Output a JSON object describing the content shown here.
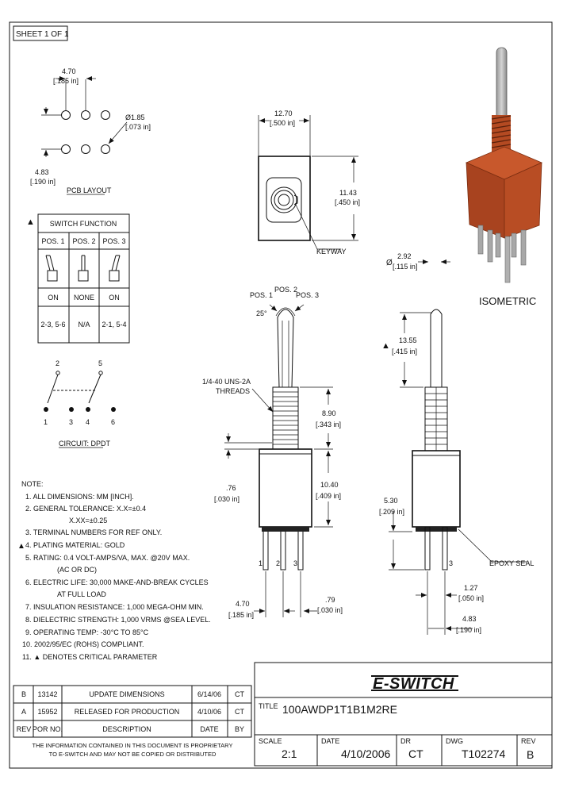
{
  "sheet": "SHEET 1 OF 1",
  "pcb": {
    "pitch_mm": "4.70",
    "pitch_in": "[.185 in]",
    "hole_mm": "Ø1.85",
    "hole_in": "[.073 in]",
    "row_mm": "4.83",
    "row_in": "[.190 in]",
    "caption": "PCB LAYOUT"
  },
  "switch_function": {
    "marker": "▲",
    "title": "SWITCH FUNCTION",
    "headers": [
      "POS. 1",
      "POS. 2",
      "POS. 3"
    ],
    "states": [
      "ON",
      "NONE",
      "ON"
    ],
    "connections": [
      "2-3, 5-6",
      "N/A",
      "2-1, 5-4"
    ]
  },
  "circuit": {
    "top_pins": [
      "2",
      "5"
    ],
    "bottom_pins": [
      "1",
      "3",
      "4",
      "6"
    ],
    "caption": "CIRCUIT: DPDT"
  },
  "top_view": {
    "width_mm": "12.70",
    "width_in": "[.500 in]",
    "height_mm": "11.43",
    "height_in": "[.450 in]",
    "keyway": "KEYWAY"
  },
  "iso": {
    "dia_prefix": "Ø",
    "dia_mm": "2.92",
    "dia_in": "[.115 in]",
    "label": "ISOMETRIC"
  },
  "front_view": {
    "pos1": "POS. 1",
    "pos2": "POS. 2",
    "pos3": "POS. 3",
    "angle": "25°",
    "thread": "1/4-40 UNS-2A",
    "thread2": "THREADS",
    "bushing_mm": "8.90",
    "bushing_in": "[.343 in]",
    "body_mm": "10.40",
    "body_in": "[.409 in]",
    "flange_mm": ".76",
    "flange_in": "[.030 in]",
    "pins": [
      "1",
      "2",
      "3"
    ],
    "pin_pitch_mm": "4.70",
    "pin_pitch_in": "[.185 in]",
    "pin_w_mm": ".79",
    "pin_w_in": "[.030 in]"
  },
  "side_view": {
    "marker": "▲",
    "lever_mm": "13.55",
    "lever_in": "[.415 in]",
    "tail_mm": "5.30",
    "tail_in": "[.209 in]",
    "pin_label": "3",
    "epoxy": "EPOXY SEAL",
    "pin_space_mm": "1.27",
    "pin_space_in": "[.050 in]",
    "row_mm": "4.83",
    "row_in": "[.190 in]"
  },
  "notes": {
    "title": "NOTE:",
    "marker": "▲",
    "lines": [
      "1. ALL DIMENSIONS: MM [INCH].",
      "2. GENERAL TOLERANCE: X.X=±0.4",
      "X.XX=±0.25",
      "3. TERMINAL NUMBERS FOR REF ONLY.",
      "4. PLATING MATERIAL: GOLD",
      "5. RATING: 0.4 VOLT-AMPS/VA, MAX. @20V MAX.",
      "(AC OR DC)",
      "6. ELECTRIC LIFE: 30,000 MAKE-AND-BREAK CYCLES",
      "AT FULL LOAD",
      "7. INSULATION RESISTANCE: 1,000 MEGA-OHM MIN.",
      "8. DIELECTRIC STRENGTH: 1,000 VRMS @SEA LEVEL.",
      "9. OPERATING TEMP: -30°C TO 85°C",
      "10. 2002/95/EC (ROHS) COMPLIANT.",
      "11. ▲ DENOTES CRITICAL PARAMETER"
    ]
  },
  "revisions": {
    "rows": [
      {
        "rev": "B",
        "por": "13142",
        "desc": "UPDATE DIMENSIONS",
        "date": "6/14/06",
        "by": "CT"
      },
      {
        "rev": "A",
        "por": "15952",
        "desc": "RELEASED FOR PRODUCTION",
        "date": "4/10/06",
        "by": "CT"
      }
    ],
    "header": {
      "rev": "REV",
      "por": "POR NO.",
      "desc": "DESCRIPTION",
      "date": "DATE",
      "by": "BY"
    },
    "disclaimer1": "THE INFORMATION CONTAINED IN THIS DOCUMENT IS PROPRIETARY",
    "disclaimer2": "TO E-SWITCH AND MAY NOT BE COPIED OR DISTRIBUTED"
  },
  "title_block": {
    "logo": "E-SWITCH",
    "title_label": "TITLE",
    "title": "100AWDP1T1B1M2RE",
    "scale_label": "SCALE",
    "scale": "2:1",
    "date_label": "DATE",
    "date": "4/10/2006",
    "dr_label": "DR",
    "dr": "CT",
    "dwg_label": "DWG",
    "dwg": "T102274",
    "rev_label": "REV",
    "rev": "B"
  }
}
